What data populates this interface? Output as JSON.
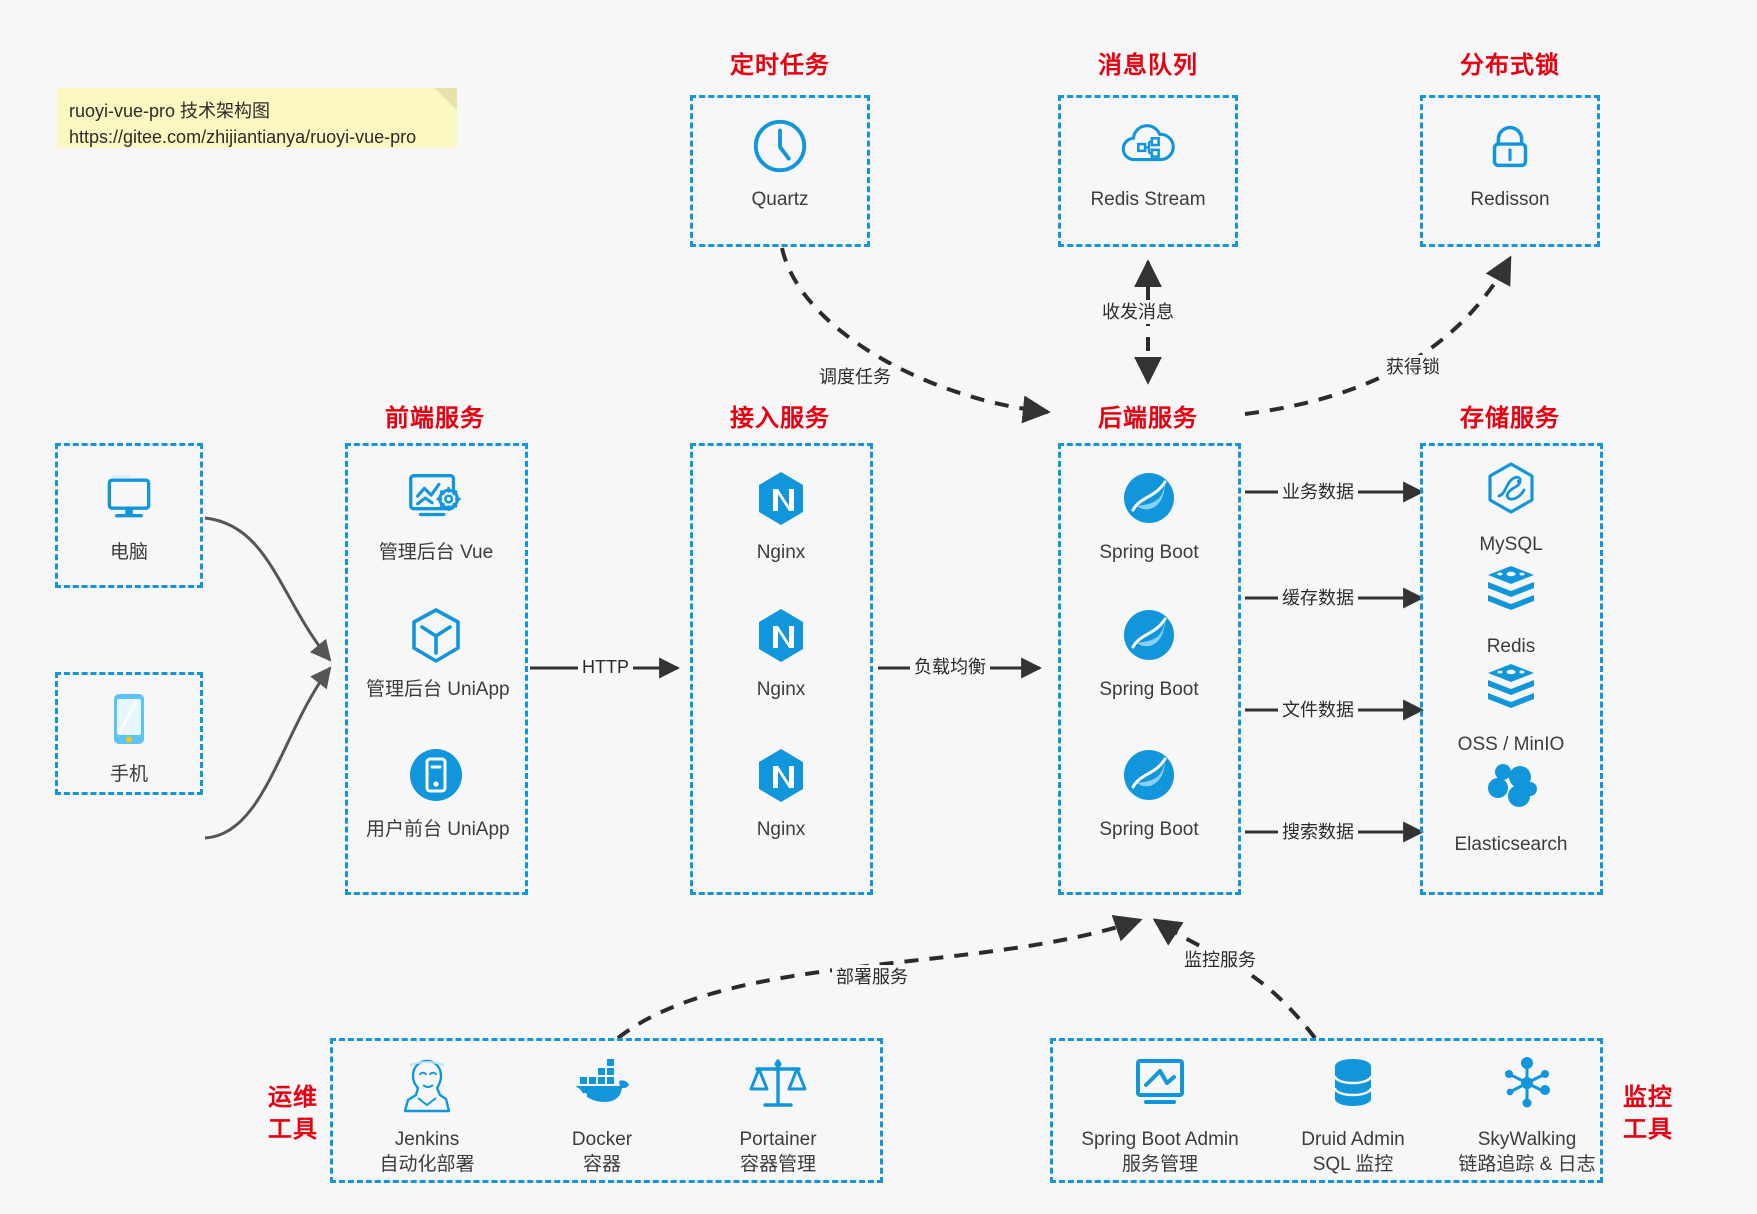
{
  "note": {
    "line1": "ruoyi-vue-pro 技术架构图",
    "line2": "https://gitee.com/zhijiantianya/ruoyi-vue-pro"
  },
  "colors": {
    "accent_blue": "#1296db",
    "title_red": "#e60012",
    "text_dark": "#3c3c3c",
    "arrow_dark": "#333333",
    "background": "#f7f7f7",
    "note_yellow": "#fbf7c0"
  },
  "sections": {
    "scheduled_task": {
      "title": "定时任务",
      "nodes": [
        {
          "label": "Quartz",
          "icon": "clock-icon"
        }
      ]
    },
    "message_queue": {
      "title": "消息队列",
      "nodes": [
        {
          "label": "Redis Stream",
          "icon": "cloud-stream-icon"
        }
      ]
    },
    "distributed_lock": {
      "title": "分布式锁",
      "nodes": [
        {
          "label": "Redisson",
          "icon": "lock-icon"
        }
      ]
    },
    "clients": {
      "nodes": [
        {
          "label": "电脑",
          "icon": "desktop-icon"
        },
        {
          "label": "手机",
          "icon": "mobile-phone-icon"
        }
      ]
    },
    "frontend": {
      "title": "前端服务",
      "nodes": [
        {
          "label": "管理后台 Vue",
          "icon": "dashboard-gear-icon"
        },
        {
          "label": "管理后台 UniApp",
          "icon": "cube-icon"
        },
        {
          "label": "用户前台 UniApp",
          "icon": "mobile-app-icon"
        }
      ]
    },
    "gateway": {
      "title": "接入服务",
      "nodes": [
        {
          "label": "Nginx",
          "icon": "nginx-icon"
        },
        {
          "label": "Nginx",
          "icon": "nginx-icon"
        },
        {
          "label": "Nginx",
          "icon": "nginx-icon"
        }
      ]
    },
    "backend": {
      "title": "后端服务",
      "nodes": [
        {
          "label": "Spring Boot",
          "icon": "spring-boot-icon"
        },
        {
          "label": "Spring Boot",
          "icon": "spring-boot-icon"
        },
        {
          "label": "Spring Boot",
          "icon": "spring-boot-icon"
        }
      ]
    },
    "storage": {
      "title": "存储服务",
      "nodes": [
        {
          "label": "MySQL",
          "icon": "mysql-icon"
        },
        {
          "label": "Redis",
          "icon": "redis-icon"
        },
        {
          "label": "OSS / MinIO",
          "icon": "oss-minio-icon"
        },
        {
          "label": "Elasticsearch",
          "icon": "elasticsearch-icon"
        }
      ]
    },
    "devops": {
      "title_line1": "运维",
      "title_line2": "工具",
      "nodes": [
        {
          "label": "Jenkins",
          "sublabel": "自动化部署",
          "icon": "jenkins-icon"
        },
        {
          "label": "Docker",
          "sublabel": "容器",
          "icon": "docker-icon"
        },
        {
          "label": "Portainer",
          "sublabel": "容器管理",
          "icon": "portainer-icon"
        }
      ]
    },
    "monitoring": {
      "title_line1": "监控",
      "title_line2": "工具",
      "nodes": [
        {
          "label": "Spring Boot Admin",
          "sublabel": "服务管理",
          "icon": "monitor-chart-icon"
        },
        {
          "label": "Druid Admin",
          "sublabel": "SQL 监控",
          "icon": "database-icon"
        },
        {
          "label": "SkyWalking",
          "sublabel": "链路追踪 & 日志",
          "icon": "skywalking-icon"
        }
      ]
    }
  },
  "edges": [
    {
      "id": "schedule-task",
      "label": "调度任务"
    },
    {
      "id": "send-recv-msg",
      "label": "收发消息"
    },
    {
      "id": "acquire-lock",
      "label": "获得锁"
    },
    {
      "id": "http",
      "label": "HTTP"
    },
    {
      "id": "load-balance",
      "label": "负载均衡"
    },
    {
      "id": "business-data",
      "label": "业务数据"
    },
    {
      "id": "cache-data",
      "label": "缓存数据"
    },
    {
      "id": "file-data",
      "label": "文件数据"
    },
    {
      "id": "search-data",
      "label": "搜索数据"
    },
    {
      "id": "deploy-service",
      "label": "部署服务"
    },
    {
      "id": "monitor-service",
      "label": "监控服务"
    }
  ]
}
